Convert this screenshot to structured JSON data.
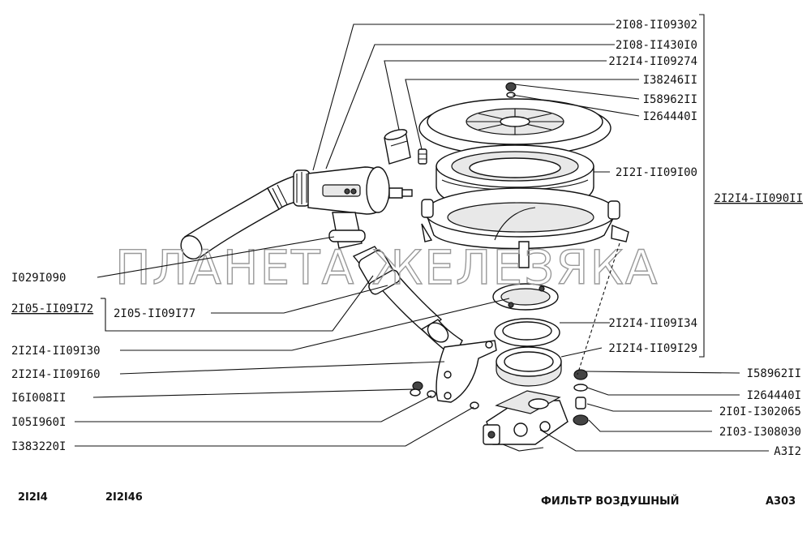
{
  "labels_right": [
    {
      "text": "2I08-II09302"
    },
    {
      "text": "2I08-II430I0"
    },
    {
      "text": "2I2I4-II09274"
    },
    {
      "text": "I38246II"
    },
    {
      "text": "I58962II"
    },
    {
      "text": "I264440I"
    },
    {
      "text": "2I2I-II09I00"
    },
    {
      "text": "2I2I4-II090II"
    },
    {
      "text": "2I2I4-II09I34"
    },
    {
      "text": "2I2I4-II09I29"
    }
  ],
  "labels_left": [
    {
      "text": "I029I090"
    },
    {
      "text": "2I05-II09I72"
    },
    {
      "text": "2I05-II09I77"
    },
    {
      "text": "2I2I4-II09I30"
    },
    {
      "text": "2I2I4-II09I60"
    },
    {
      "text": "I6I008II"
    },
    {
      "text": "I05I960I"
    },
    {
      "text": "I383220I"
    }
  ],
  "labels_lower_right": [
    {
      "text": "I58962II"
    },
    {
      "text": "I264440I"
    },
    {
      "text": "2I0I-I302065"
    },
    {
      "text": "2I03-I308030"
    },
    {
      "text": "A3I2"
    }
  ],
  "footer": {
    "model_a": "2I2I4",
    "model_b": "2I2I46",
    "title": "ФИЛЬТР ВОЗДУШНЫЙ",
    "code": "A303"
  },
  "watermark": "ПЛАНЕТА ЖЕЛЕЗЯКА"
}
